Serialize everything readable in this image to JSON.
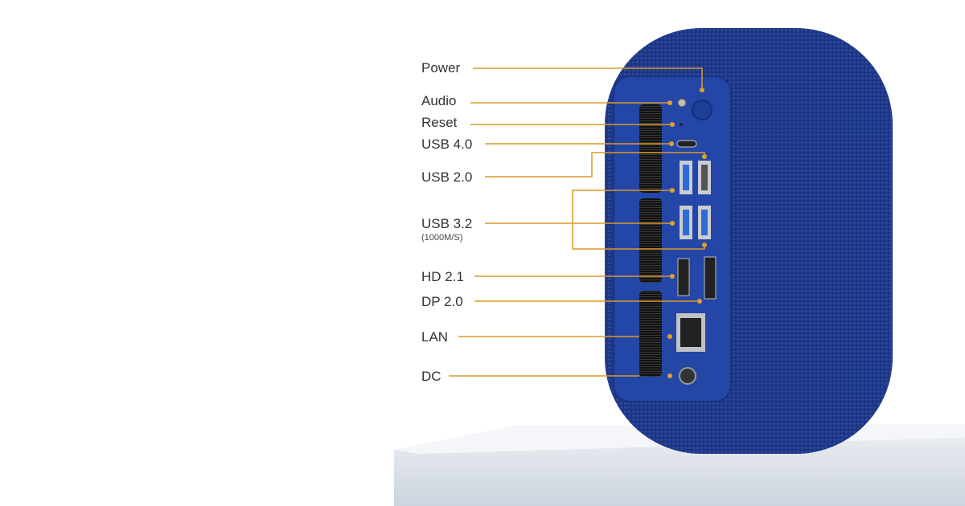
{
  "labels": {
    "power": "Power",
    "audio": "Audio",
    "reset": "Reset",
    "usb40": "USB 4.0",
    "usb20": "USB 2.0",
    "usb32": "USB 3.2",
    "usb32_sub": "(1000M/S)",
    "hd21": "HD 2.1",
    "dp20": "DP 2.0",
    "lan": "LAN",
    "dc": "DC"
  },
  "colors": {
    "callout": "#d99a2a",
    "body": "#1f3a8a",
    "panel": "#2446a6",
    "pedestal": "#dfe4ec"
  }
}
